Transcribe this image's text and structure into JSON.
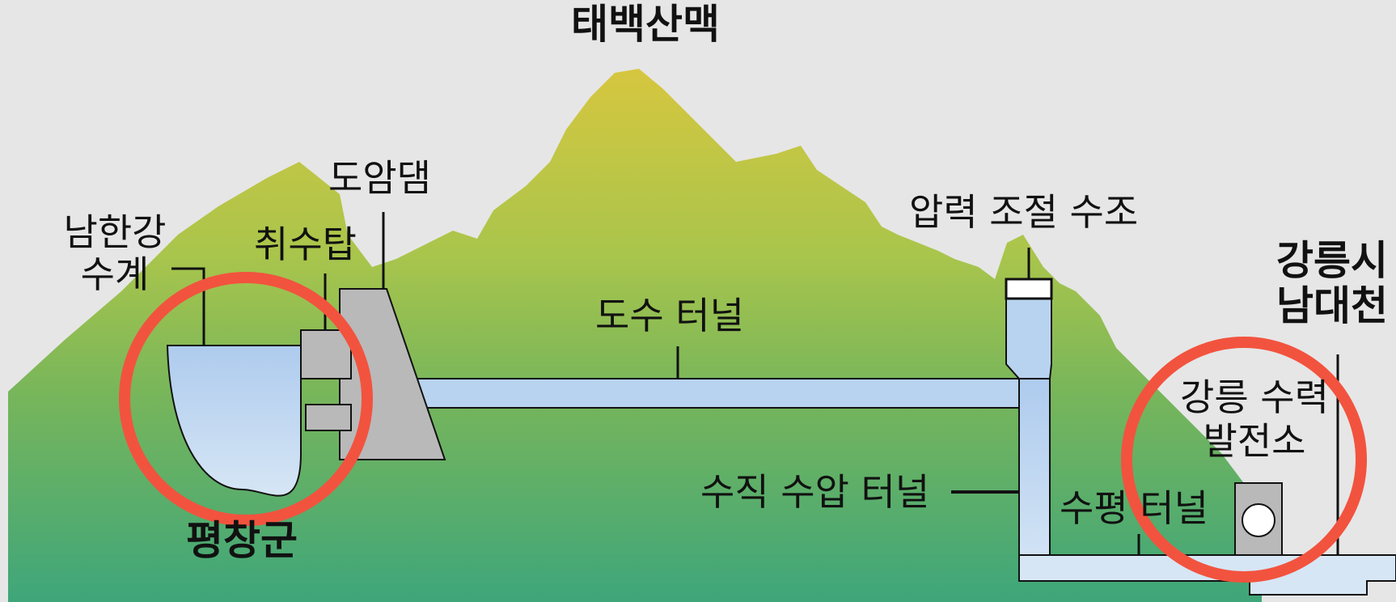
{
  "labels": {
    "mountain_range": "태백산맥",
    "dam": "도암댐",
    "river_system": [
      "남한강",
      "수계"
    ],
    "intake_tower": "취수탑",
    "headrace_tunnel": "도수 터널",
    "surge_tank": "압력 조절 수조",
    "vertical_tunnel": "수직 수압 터널",
    "horizontal_tunnel": "수평 터널",
    "power_plant": [
      "강릉 수력",
      "발전소"
    ],
    "county": "평창군",
    "city": [
      "강릉시",
      "남대천"
    ]
  },
  "colors": {
    "background": "#e6e6e6",
    "mountain_top": "#d6c63f",
    "mountain_mid": "#8ebf56",
    "mountain_bottom": "#3ea67a",
    "water": "#b8d3ef",
    "concrete": "#b9b9b9",
    "highlight_circle": "#f2533e"
  }
}
